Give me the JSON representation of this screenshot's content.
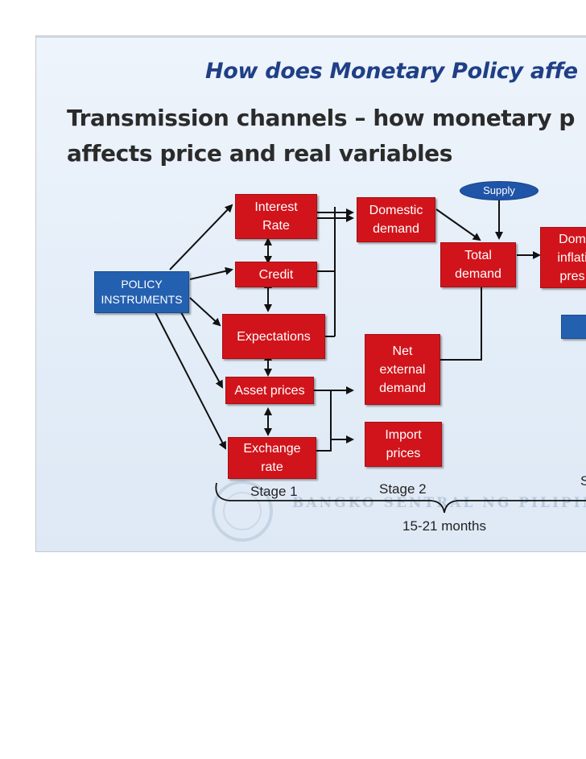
{
  "slide": {
    "title": "How does Monetary Policy affe",
    "subtitle": "Transmission channels – how monetary p affects price and real variables",
    "watermark": "BANGKO SENTRAL NG PILIPINAS"
  },
  "boxes": {
    "policy": "POLICY\nINSTRUMENTS",
    "interest_rate": "Interest\nRate",
    "credit": "Credit",
    "expectations": "Expectations",
    "asset_prices": "Asset prices",
    "exchange_rate": "Exchange\nrate",
    "domestic_demand": "Domestic\ndemand",
    "net_external_demand": "Net\nexternal\ndemand",
    "import_prices": "Import\nprices",
    "supply": "Supply",
    "total_demand": "Total\ndemand",
    "domestic_inflation": "Dom\ninflati\npres"
  },
  "labels": {
    "stage1": "Stage  1",
    "stage2": "Stage  2",
    "stage3": "S",
    "duration": "15-21 months"
  },
  "colors": {
    "title": "#1f3f86",
    "red_box": "#d1141b",
    "blue_box": "#2460b0",
    "background": "#e6eef8"
  }
}
